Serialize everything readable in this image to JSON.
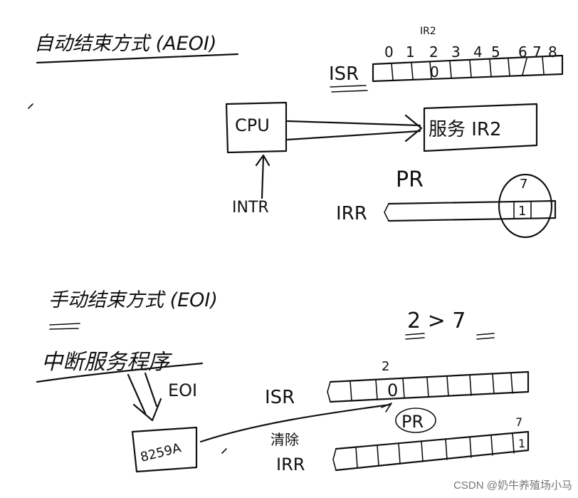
{
  "colors": {
    "ink": "#111111",
    "background": "#ffffff",
    "watermark": "#777777"
  },
  "top": {
    "title": "自动结束方式 (AEOI)",
    "irq_label": "IR2",
    "isr_label": "ISR",
    "bit_indices": [
      "0",
      "1",
      "2",
      "3",
      "4",
      "5",
      "6",
      "7",
      "8"
    ],
    "isr_cell_value": "0",
    "cpu_label": "CPU",
    "serve_label": "服务 IR2",
    "pr_label": "PR",
    "intr_label": "INTR",
    "irr_label": "IRR",
    "irr_index_label": "7",
    "irr_cell_value": "1"
  },
  "bottom": {
    "title": "手动结束方式 (EOI)",
    "compare_text": "2 > 7",
    "routine_label": "中断服务程序",
    "eoi_label": "EOI",
    "chip_label": "8259A",
    "isr_label": "ISR",
    "isr_index_label": "2",
    "isr_cell_value": "0",
    "pr_label": "PR",
    "clear_label": "清除",
    "irr_label": "IRR",
    "irr_index_label": "7",
    "irr_cell_value": "1"
  },
  "watermark": "CSDN @奶牛养殖场小马"
}
